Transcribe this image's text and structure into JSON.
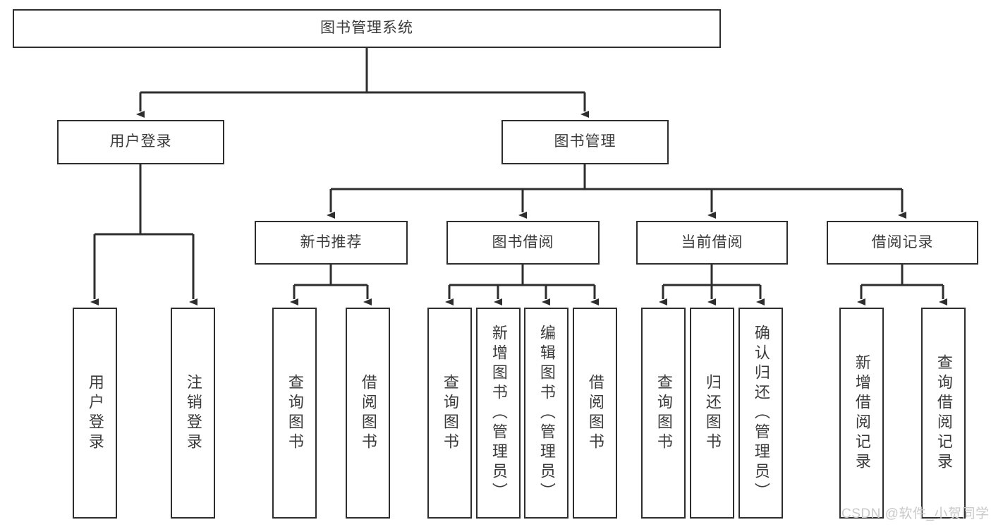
{
  "diagram": {
    "title": "图书管理系统",
    "type": "tree-hierarchy-chart",
    "colors": {
      "node_border": "#2e2e2e",
      "node_fill": "#ffffff",
      "edge": "#2e2e2e",
      "text": "#3b3b3b",
      "watermark": "#c9c9c9",
      "background": "#ffffff"
    },
    "root": {
      "label": "图书管理系统"
    },
    "level2": [
      {
        "label": "用户登录"
      },
      {
        "label": "图书管理"
      }
    ],
    "level3": [
      {
        "label": "新书推荐"
      },
      {
        "label": "图书借阅"
      },
      {
        "label": "当前借阅"
      },
      {
        "label": "借阅记录"
      }
    ],
    "leaves": [
      {
        "label": "用户登录"
      },
      {
        "label": "注销登录"
      },
      {
        "label": "查询图书"
      },
      {
        "label": "借阅图书"
      },
      {
        "label": "查询图书"
      },
      {
        "label": "新增图书（管理员）"
      },
      {
        "label": "编辑图书（管理员）"
      },
      {
        "label": "借阅图书"
      },
      {
        "label": "查询图书"
      },
      {
        "label": "归还图书"
      },
      {
        "label": "确认归还（管理员）"
      },
      {
        "label": "新增借阅记录"
      },
      {
        "label": "查询借阅记录"
      }
    ]
  },
  "watermark": {
    "text": "CSDN @软件_小贺同学"
  }
}
